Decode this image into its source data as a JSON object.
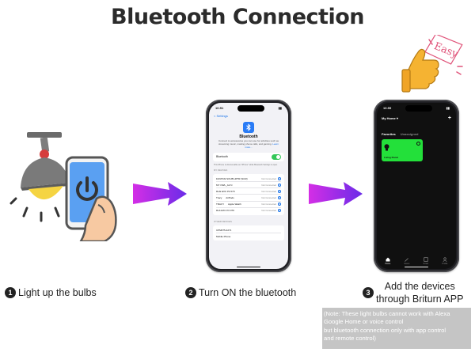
{
  "title": "Bluetooth Connection",
  "steps": [
    {
      "number": "1",
      "label": "Light up the bulbs"
    },
    {
      "number": "2",
      "label": "Turn ON the bluetooth"
    },
    {
      "number": "3",
      "label_line1": "Add the devices",
      "label_line2": "through Briturn APP"
    }
  ],
  "badge": {
    "text": "Easy"
  },
  "note": {
    "lines": [
      "(Note: These light bulbs cannot work with Alexa",
      "Google Home or voice control",
      "but bluetooth connection only with app control",
      "and remote control)"
    ]
  },
  "settings_phone": {
    "time": "10:51",
    "back_label": "< Settings",
    "heading": "Bluetooth",
    "description": "Connect to accessories you can use for activities such as streaming music, making phone calls, and gaming.",
    "learn_more": "Learn more...",
    "toggle_label": "Bluetooth",
    "toggle_on": true,
    "visible_note": "This iPhone is discoverable as \"iPhone\" while Bluetooth Settings is open.",
    "my_devices_header": "MY DEVICES",
    "devices": [
      {
        "name": "FANTASI SOUB HP7R (SCR)",
        "status": "Not Connected"
      },
      {
        "name": "MY OWL_A2 N",
        "status": "Not Connected"
      },
      {
        "name": "Rubi EXC P2 079",
        "status": "Not Connected"
      },
      {
        "name": "Tracy      AirPods",
        "status": "Not Connected"
      },
      {
        "name": "TRACY      Apple Watch",
        "status": "Not Connected"
      },
      {
        "name": "Rub EXC P2 079",
        "status": "Not Connected"
      }
    ],
    "other_devices_header": "OTHER DEVICES",
    "other_devices": [
      {
        "name": "CPM075-4271"
      },
      {
        "name": "Mobile Phone"
      }
    ]
  },
  "app_phone": {
    "time": "10:59",
    "home_label": "My Home",
    "tab_active": "Favorites",
    "tab_inactive": "Unassigned",
    "device_name": "Living Room",
    "nav": [
      {
        "label": "Home",
        "icon": "home-icon",
        "active": true
      },
      {
        "label": "Scene",
        "icon": "wand-icon",
        "active": false
      },
      {
        "label": "Smart",
        "icon": "smart-icon",
        "active": false
      },
      {
        "label": "Profile",
        "icon": "profile-icon",
        "active": false
      }
    ]
  },
  "colors": {
    "arrow_start": "#d42ee6",
    "arrow_end": "#6a2be8",
    "tile_green": "#23e03a",
    "bluetooth_blue": "#2a7cf6",
    "note_bg": "#c5c5c5"
  }
}
